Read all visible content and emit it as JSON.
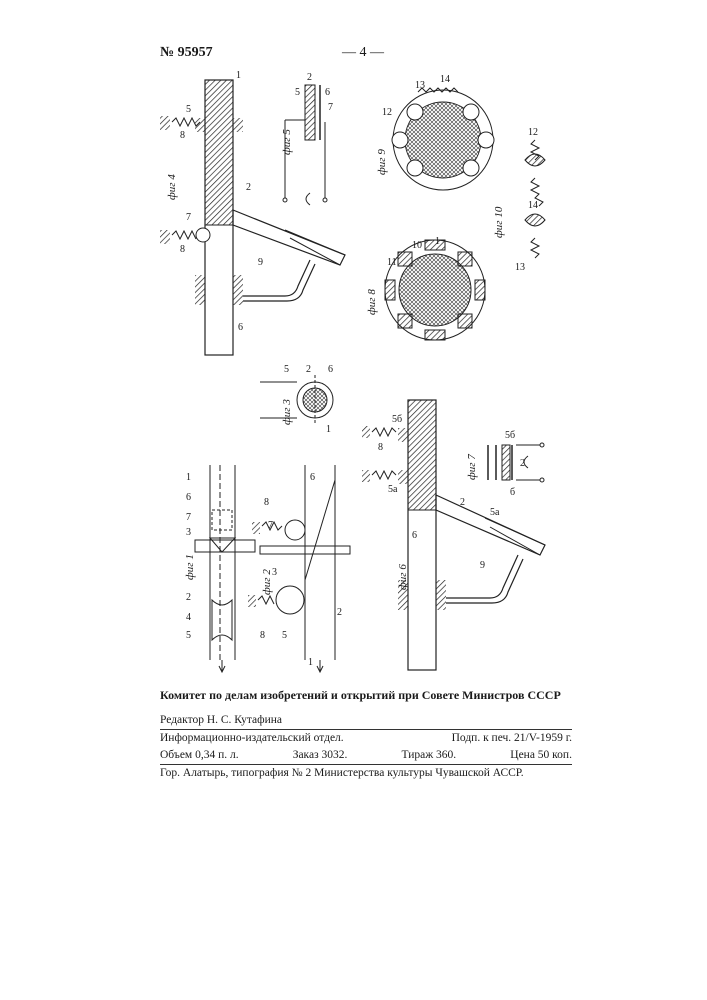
{
  "header": {
    "patent_number": "№ 95957",
    "page_number": "— 4 —"
  },
  "figures": {
    "fig1": "фиг 1",
    "fig2": "фиг 2",
    "fig3": "фиг 3",
    "fig4": "фиг 4",
    "fig5": "фиг 5",
    "fig6": "фиг 6",
    "fig7": "фиг 7",
    "fig8": "фиг 8",
    "fig9": "фиг 9",
    "fig10": "фиг 10"
  },
  "part_labels": {
    "n1": "1",
    "n2": "2",
    "n3": "3",
    "n4": "4",
    "n5": "5",
    "n6": "6",
    "n7": "7",
    "n8": "8",
    "n9": "9",
    "n10": "10",
    "n11": "11",
    "n12": "12",
    "n13": "13",
    "n14": "14",
    "n5a": "5а",
    "n5b": "5б",
    "n6b": "б"
  },
  "footer": {
    "committee": "Комитет по делам изобретений и открытий при Совете Министров СССР",
    "editor": "Редактор Н. С. Кутафина",
    "dept": "Информационно-издательский отдел.",
    "signed": "Подп. к печ. 21/V-1959 г.",
    "volume": "Объем 0,34 п. л.",
    "order": "Заказ 3032.",
    "print_run": "Тираж 360.",
    "price": "Цена 50 коп.",
    "printer": "Гор. Алатырь, типография № 2 Министерства культуры Чувашской АССР."
  }
}
